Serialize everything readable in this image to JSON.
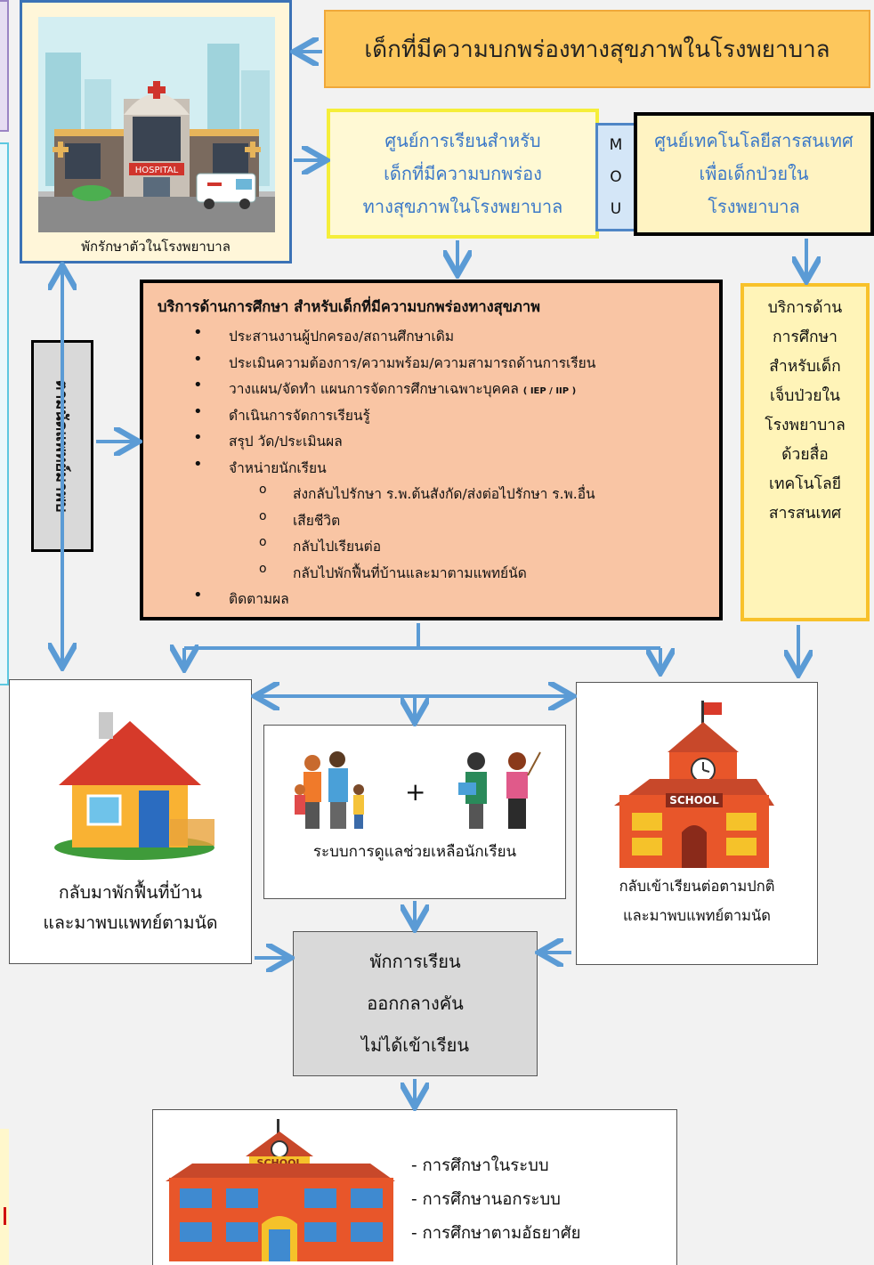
{
  "banner": {
    "text": "เด็กที่มีความบกพร่องทางสุขภาพในโรงพยาบาล"
  },
  "hospital": {
    "label": "พักรักษาตัวในโรงพยาบาล",
    "sign": "HOSPITAL"
  },
  "learning_center": {
    "lines": [
      "ศูนย์การเรียนสำหรับ",
      "เด็กที่มีความบกพร่อง",
      "ทางสุขภาพในโรงพยาบาล"
    ]
  },
  "mou": {
    "letters": [
      "M",
      "O",
      "U"
    ]
  },
  "ict_center": {
    "lines": [
      "ศูนย์เทคโนโลยีสารสนเทศ",
      "เพื่อเด็กป่วยใน",
      "โรงพยาบาล"
    ]
  },
  "services": {
    "title": "บริการด้านการศึกษา สำหรับเด็กที่มีความบกพร่องทางสุขภาพ",
    "items": [
      "ประสานงานผู้ปกครอง/สถานศึกษาเดิม",
      "ประเมินความต้องการ/ความพร้อม/ความสามารถด้านการเรียน",
      "วางแผน/จัดทำ แผนการจัดการศึกษาเฉพาะบุคคล",
      "ดำเนินการจัดการเรียนรู้",
      "สรุป วัด/ประเมินผล",
      "จำหน่ายนักเรียน"
    ],
    "iep_tag": "( IEP / IIP )",
    "sub_items": [
      "ส่งกลับไปรักษา ร.พ.ต้นสังกัด/ส่งต่อไปรักษา ร.พ.อื่น",
      "เสียชีวิต",
      "กลับไปเรียนต่อ",
      "กลับไปพักฟื้นที่บ้านและมาตามแพทย์นัด"
    ],
    "last_item": "ติดตามผล"
  },
  "right_service": {
    "lines": [
      "บริการด้าน",
      "การศึกษา",
      "สำหรับเด็ก",
      "เจ็บป่วยใน",
      "โรงพยาบาล",
      "ด้วยสื่อ",
      "เทคโนโลยี",
      "สารสนเทศ"
    ]
  },
  "vertical_label": {
    "text": "ตามนัดแพทย์มาพบ"
  },
  "home": {
    "lines": [
      "กลับมาพักฟื้นที่บ้าน",
      "และมาพบแพทย์ตามนัด"
    ]
  },
  "support": {
    "label": "ระบบการดูแลช่วยเหลือนักเรียน",
    "plus": "+"
  },
  "school": {
    "lines": [
      "กลับเข้าเรียนต่อตามปกติ",
      "และมาพบแพทย์ตามนัด"
    ],
    "sign": "SCHOOL"
  },
  "dropout": {
    "lines": [
      "พักการเรียน",
      "ออกกลางคัน",
      "ไม่ได้เข้าเรียน"
    ]
  },
  "final": {
    "items": [
      "- การศึกษาในระบบ",
      "- การศึกษานอกระบบ",
      "- การศึกษาตามอัธยาศัย"
    ],
    "sign": "SCHOOL"
  },
  "colors": {
    "arrow": "#5b9bd5",
    "banner": "#fdc75c",
    "service": "#f9c5a4",
    "school": "#e8562a"
  }
}
